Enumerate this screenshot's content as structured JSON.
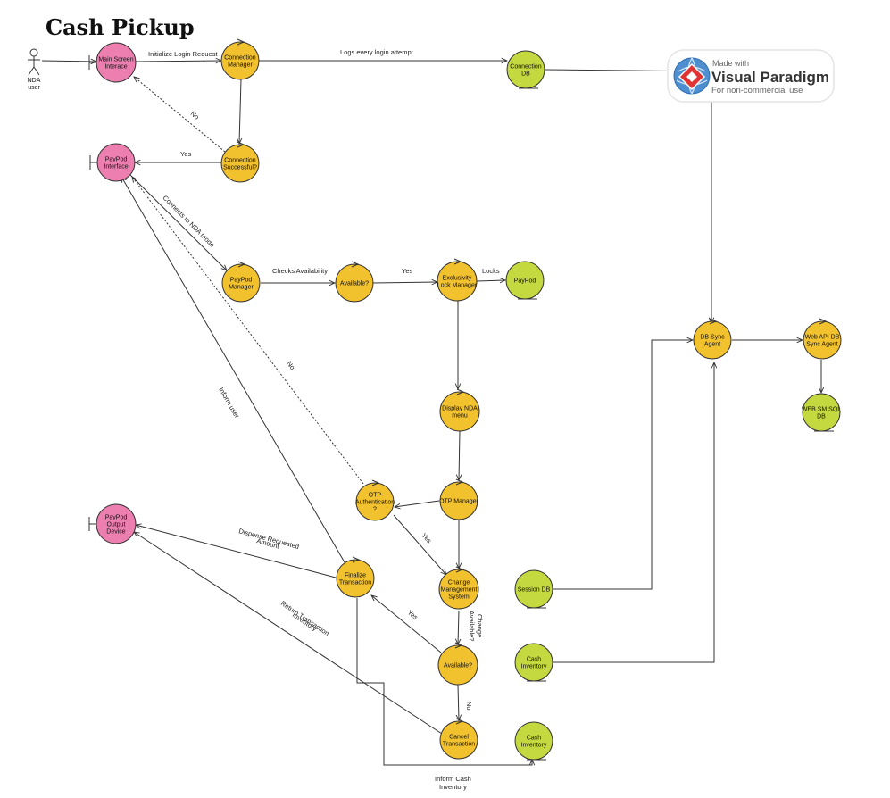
{
  "title": "Cash Pickup",
  "colors": {
    "entity": "#f2c12e",
    "boundary": "#ec7fb0",
    "database": "#c4d840",
    "stroke": "#333333"
  },
  "actor": {
    "label": "NDA user"
  },
  "nodes": {
    "main_screen": {
      "label": "Main Screen Interace",
      "kind": "boundary"
    },
    "payod_interface": {
      "label": "PayPod Interface",
      "kind": "boundary"
    },
    "paypod_output": {
      "label": "PayPod Output Device",
      "kind": "boundary"
    },
    "connection_manager": {
      "label": "Connection Manager",
      "kind": "control"
    },
    "connection_successful": {
      "label": "Connection Successful?",
      "kind": "control"
    },
    "connection_db": {
      "label": "Connection DB",
      "kind": "database"
    },
    "paypod_manager": {
      "label": "PayPod Manager",
      "kind": "control"
    },
    "available_1": {
      "label": "Available?",
      "kind": "control"
    },
    "exclusivity_lock": {
      "label": "Exclusivity Lock Manager",
      "kind": "control"
    },
    "paypod": {
      "label": "PayPod",
      "kind": "database"
    },
    "display_nda": {
      "label": "Display NDA menu",
      "kind": "control"
    },
    "otp_manager": {
      "label": "OTP Manager",
      "kind": "control"
    },
    "otp_auth": {
      "label": "OTP Authentication ?",
      "kind": "control"
    },
    "change_mgmt": {
      "label": "Change Management System",
      "kind": "control"
    },
    "finalize": {
      "label": "Finalize Transaction",
      "kind": "control"
    },
    "available_2": {
      "label": "Available?",
      "kind": "control"
    },
    "cancel": {
      "label": "Cancel Transaction",
      "kind": "control"
    },
    "session_db": {
      "label": "Session DB",
      "kind": "database"
    },
    "cash_inventory_1": {
      "label": "Cash Inventory",
      "kind": "database"
    },
    "cash_inventory_2": {
      "label": "Cash Inventory",
      "kind": "database"
    },
    "db_sync": {
      "label": "DB Sync Agent",
      "kind": "control"
    },
    "web_api": {
      "label": "Web API DB Sync Agent",
      "kind": "control"
    },
    "web_sm_sql": {
      "label": "WEB SM SQL DB",
      "kind": "database"
    }
  },
  "edge_labels": {
    "init_login": "Initialize Login Request",
    "logs_attempt": "Logs every login attempt",
    "no_1": "No",
    "yes_1": "Yes",
    "connects_nda": "Connects to NDA mode",
    "checks_avail": "Checks Availability",
    "yes_2": "Yes",
    "locks": "Locks",
    "no_2": "No",
    "inform_user": "Inform user",
    "yes_3": "Yes",
    "dispense": "Dispense Requested Amount",
    "return_inventory": "Return Transaction Inventory",
    "yes_4": "Yes",
    "change_available": "Change Available?",
    "no_3": "No",
    "inform_cash": "Inform Cash Inventory"
  },
  "watermark": {
    "made_with": "Made with",
    "brand": "Visual Paradigm",
    "note": "For non-commercial use"
  }
}
